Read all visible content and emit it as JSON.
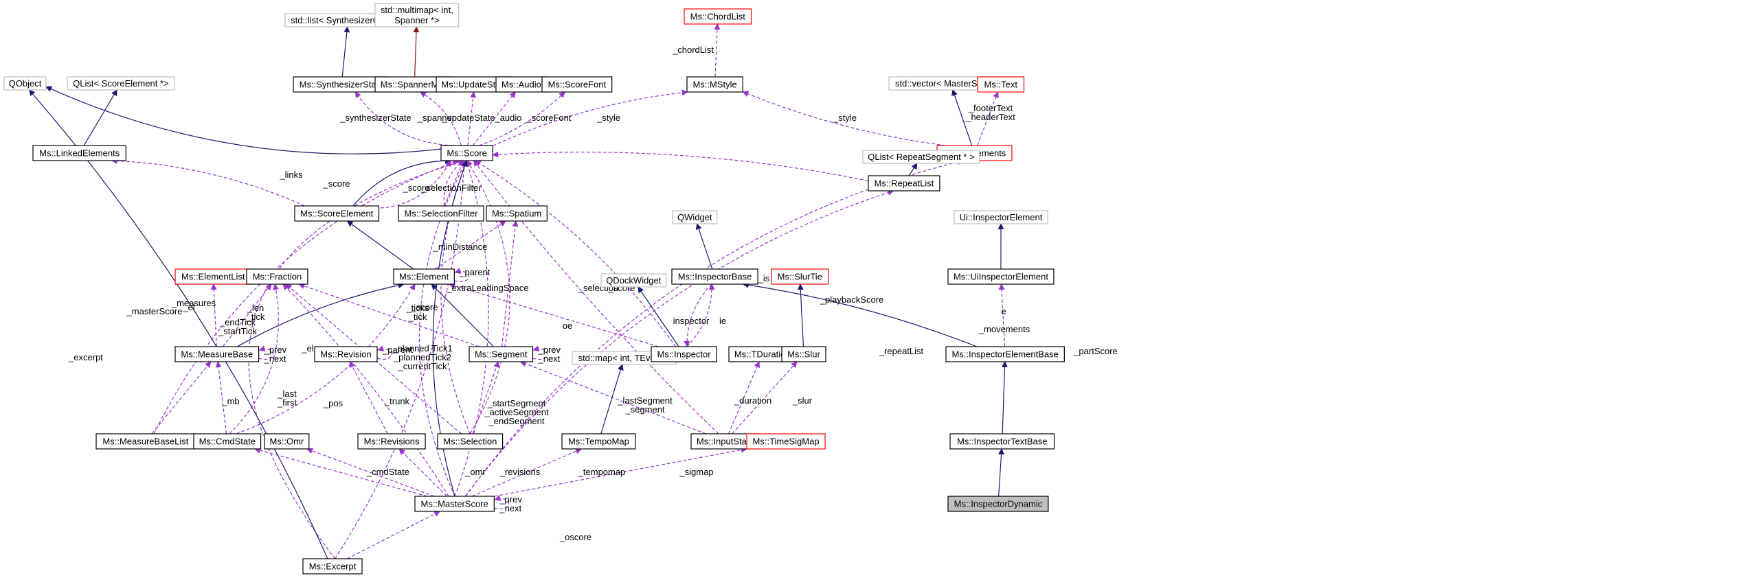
{
  "diagram": {
    "colors": {
      "background": "#ffffff",
      "inherit": "#191970",
      "usage": "#9a32cd",
      "template": "#8b1a1a",
      "border_normal": "#000000",
      "border_external": "#bfbfbf",
      "border_truncated": "#ff0000",
      "highlight_fill": "#bfbfbf"
    },
    "nodes": [
      {
        "id": "qobject",
        "label": "QObject",
        "kind": "external"
      },
      {
        "id": "qlist_se",
        "label": "QList< ScoreElement *>",
        "kind": "external"
      },
      {
        "id": "linkedelements",
        "label": "Ms::LinkedElements",
        "kind": "normal"
      },
      {
        "id": "stdlist",
        "label": "std::list< SynthesizerGroup >",
        "kind": "external"
      },
      {
        "id": "synthstate",
        "label": "Ms::SynthesizerState",
        "kind": "normal"
      },
      {
        "id": "multimap",
        "label": "std::multimap< int,\nSpanner *>",
        "kind": "external"
      },
      {
        "id": "spannermap",
        "label": "Ms::SpannerMap",
        "kind": "normal"
      },
      {
        "id": "updatestate",
        "label": "Ms::UpdateState",
        "kind": "normal"
      },
      {
        "id": "audio",
        "label": "Ms::Audio",
        "kind": "normal"
      },
      {
        "id": "scorefont",
        "label": "Ms::ScoreFont",
        "kind": "normal"
      },
      {
        "id": "chordlist",
        "label": "Ms::ChordList",
        "kind": "truncated"
      },
      {
        "id": "mstyle",
        "label": "Ms::MStyle",
        "kind": "normal"
      },
      {
        "id": "stdvector",
        "label": "std::vector< MasterScore *>",
        "kind": "external"
      },
      {
        "id": "text",
        "label": "Ms::Text",
        "kind": "truncated"
      },
      {
        "id": "movements",
        "label": "Ms::Movements",
        "kind": "truncated"
      },
      {
        "id": "score",
        "label": "Ms::Score",
        "kind": "normal"
      },
      {
        "id": "qlist_rs",
        "label": "QList< RepeatSegment * >",
        "kind": "external"
      },
      {
        "id": "repeatlist",
        "label": "Ms::RepeatList",
        "kind": "normal"
      },
      {
        "id": "scoreelement",
        "label": "Ms::ScoreElement",
        "kind": "normal"
      },
      {
        "id": "selectionfilter",
        "label": "Ms::SelectionFilter",
        "kind": "normal"
      },
      {
        "id": "qwidget",
        "label": "QWidget",
        "kind": "external"
      },
      {
        "id": "uiinspectorelement",
        "label": "Ui::InspectorElement",
        "kind": "external"
      },
      {
        "id": "elementlist",
        "label": "Ms::ElementList",
        "kind": "truncated"
      },
      {
        "id": "fraction",
        "label": "Ms::Fraction",
        "kind": "normal"
      },
      {
        "id": "spatium",
        "label": "Ms::Spatium",
        "kind": "normal"
      },
      {
        "id": "element",
        "label": "Ms::Element",
        "kind": "normal"
      },
      {
        "id": "qdockwidget",
        "label": "QDockWidget",
        "kind": "external"
      },
      {
        "id": "inspectorbase",
        "label": "Ms::InspectorBase",
        "kind": "normal"
      },
      {
        "id": "slurtie",
        "label": "Ms::SlurTie",
        "kind": "truncated"
      },
      {
        "id": "msuiinspectorelement",
        "label": "Ms::UiInspectorElement",
        "kind": "normal"
      },
      {
        "id": "measurebase",
        "label": "Ms::MeasureBase",
        "kind": "normal"
      },
      {
        "id": "revision",
        "label": "Ms::Revision",
        "kind": "normal"
      },
      {
        "id": "segment",
        "label": "Ms::Segment",
        "kind": "normal"
      },
      {
        "id": "stdmap",
        "label": "std::map< int, TEvent >",
        "kind": "external"
      },
      {
        "id": "inspector",
        "label": "Ms::Inspector",
        "kind": "normal"
      },
      {
        "id": "tduration",
        "label": "Ms::TDuration",
        "kind": "normal"
      },
      {
        "id": "slur",
        "label": "Ms::Slur",
        "kind": "normal"
      },
      {
        "id": "inspectorelementbase",
        "label": "Ms::InspectorElementBase",
        "kind": "normal"
      },
      {
        "id": "measurebaselist",
        "label": "Ms::MeasureBaseList",
        "kind": "normal"
      },
      {
        "id": "cmdstate",
        "label": "Ms::CmdState",
        "kind": "normal"
      },
      {
        "id": "omr",
        "label": "Ms::Omr",
        "kind": "normal"
      },
      {
        "id": "revisions",
        "label": "Ms::Revisions",
        "kind": "normal"
      },
      {
        "id": "selection",
        "label": "Ms::Selection",
        "kind": "normal"
      },
      {
        "id": "tempomap",
        "label": "Ms::TempoMap",
        "kind": "normal"
      },
      {
        "id": "inputstate",
        "label": "Ms::InputState",
        "kind": "normal"
      },
      {
        "id": "timesigmap",
        "label": "Ms::TimeSigMap",
        "kind": "truncated"
      },
      {
        "id": "inspectortextbase",
        "label": "Ms::InspectorTextBase",
        "kind": "normal"
      },
      {
        "id": "masterscore",
        "label": "Ms::MasterScore",
        "kind": "normal"
      },
      {
        "id": "inspectordynamic",
        "label": "Ms::InspectorDynamic",
        "kind": "highlight"
      },
      {
        "id": "excerpt",
        "label": "Ms::Excerpt",
        "kind": "normal"
      }
    ],
    "edge_labels": [
      "_chordList",
      "_synthesizerState",
      "_spanner",
      "_updateState",
      "_audio",
      "_scoreFont",
      "_style",
      "_style",
      "_footerText\n_headerText",
      "_links",
      "_score",
      "_score",
      "_selectionFilter",
      "_score",
      "_minDistance",
      "_parent",
      "_measures",
      "_el",
      "_len\n_tick",
      "_prev\n_next",
      "_endTick\n_startTick",
      "_el",
      "_ticks\n_tick",
      "_score",
      "_planned Tick1\n_plannedTick2\n_currentTick",
      "_parent",
      "_extraLeadingSpace",
      "_prev\n_next",
      "_selection",
      "oe",
      "_score",
      "inspector",
      "ie",
      "_is",
      "_playbackScore",
      "_repeatList",
      "_movements",
      "_partScore",
      "e",
      "_masterScore",
      "_excerpt",
      "_last\n_first",
      "_mb",
      "_pos",
      "_trunk",
      "_startSegment\n_activeSegment\n_endSegment",
      "_lastSegment\n_segment",
      "_duration",
      "_slur",
      "_cmdState",
      "_omr",
      "_revisions",
      "_tempomap",
      "_sigmap",
      "_prev\n_next",
      "_oscore"
    ]
  }
}
